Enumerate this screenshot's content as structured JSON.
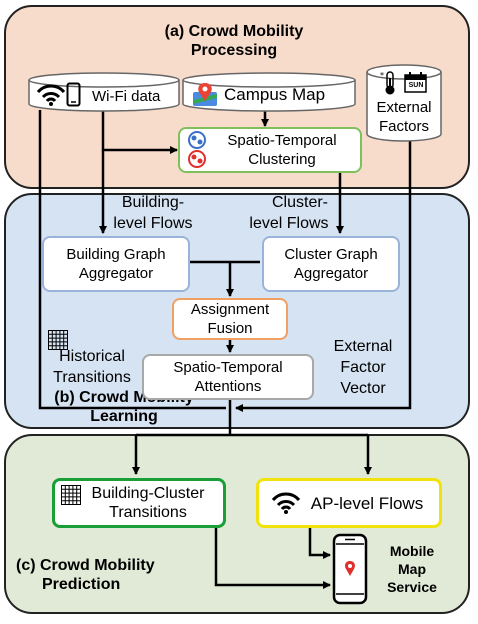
{
  "panels": {
    "a_title_line1": "(a) Crowd Mobility",
    "a_title_line2": "Processing",
    "b_title_line1": "(b) Crowd Mobility",
    "b_title_line2": "Learning",
    "c_title_line1": "(c) Crowd Mobility",
    "c_title_line2": "Prediction"
  },
  "sources": {
    "wifi": "Wi-Fi data",
    "campus_map": "Campus Map",
    "external_line1": "External",
    "external_line2": "Factors",
    "calendar_text": "SUN"
  },
  "processing": {
    "st_clustering_line1": "Spatio-Temporal",
    "st_clustering_line2": "Clustering"
  },
  "flows": {
    "building_line1": "Building-",
    "building_line2": "level Flows",
    "cluster_line1": "Cluster-",
    "cluster_line2": "level Flows"
  },
  "learning": {
    "building_agg_line1": "Building Graph",
    "building_agg_line2": "Aggregator",
    "cluster_agg_line1": "Cluster Graph",
    "cluster_agg_line2": "Aggregator",
    "fusion_line1": "Assignment",
    "fusion_line2": "Fusion",
    "attn_line1": "Spatio-Temporal",
    "attn_line2": "Attentions",
    "hist_line1": "Historical",
    "hist_line2": "Transitions",
    "efv_line1": "External",
    "efv_line2": "Factor",
    "efv_line3": "Vector"
  },
  "prediction": {
    "bc_line1": "Building-Cluster",
    "bc_line2": "Transitions",
    "ap_flows": "AP-level Flows",
    "mobile_line1": "Mobile",
    "mobile_line2": "Map",
    "mobile_line3": "Service"
  },
  "colors": {
    "panel_a": "#f8dccb",
    "panel_b": "#d6e3f3",
    "panel_c": "#e1ead6",
    "green_border": "#7fc05c",
    "blue_border": "#9ab3d9",
    "orange_border": "#f0a063",
    "gray_border": "#a8a8a8",
    "dark_green_border": "#1a9e38",
    "yellow_border": "#f2e20b"
  }
}
